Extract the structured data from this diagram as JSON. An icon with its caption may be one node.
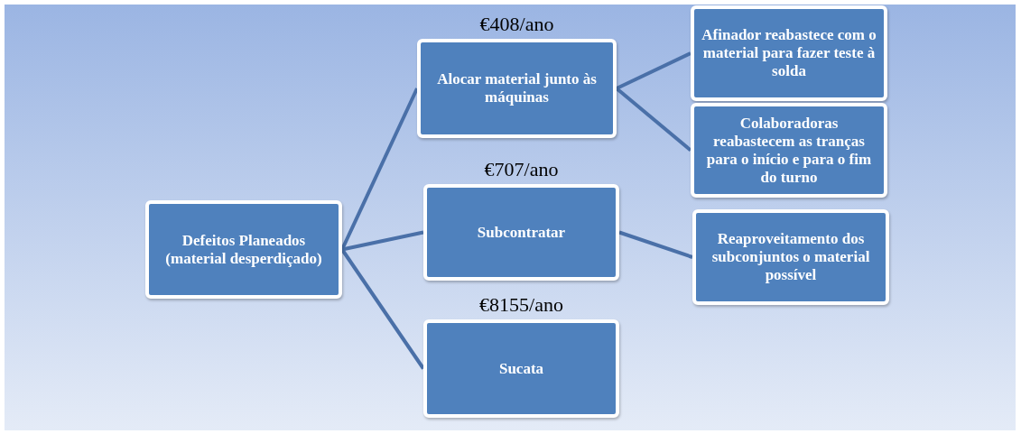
{
  "diagram": {
    "nodes": [
      {
        "text": [
          "Defeitos Planeados (material desperdiçado)"
        ]
      },
      {
        "text": [
          "Alocar material junto às máquinas"
        ],
        "beside": [
          "€408/ano"
        ]
      },
      {
        "text": [
          "Afinador reabastece com o material para fazer teste à solda"
        ]
      },
      {
        "text": [
          "Colaboradoras reabastecem as tranças para o início e para o fim do turno"
        ]
      },
      {
        "text": [
          "Subcontratar"
        ],
        "beside": [
          "€707/ano"
        ]
      },
      {
        "text": [
          "Reaproveitamento dos subconjuntos o material possível"
        ]
      },
      {
        "text": [
          "Sucata"
        ],
        "beside": [
          "€8155/ano"
        ]
      }
    ],
    "edges": [
      {
        "from": 0,
        "to": 1,
        "arrow": "none"
      },
      {
        "from": 0,
        "to": 4,
        "arrow": "none"
      },
      {
        "from": 0,
        "to": 6,
        "arrow": "none"
      },
      {
        "from": 1,
        "to": 2,
        "arrow": "none"
      },
      {
        "from": 1,
        "to": 3,
        "arrow": "none"
      },
      {
        "from": 4,
        "to": 5,
        "arrow": "none"
      }
    ]
  }
}
